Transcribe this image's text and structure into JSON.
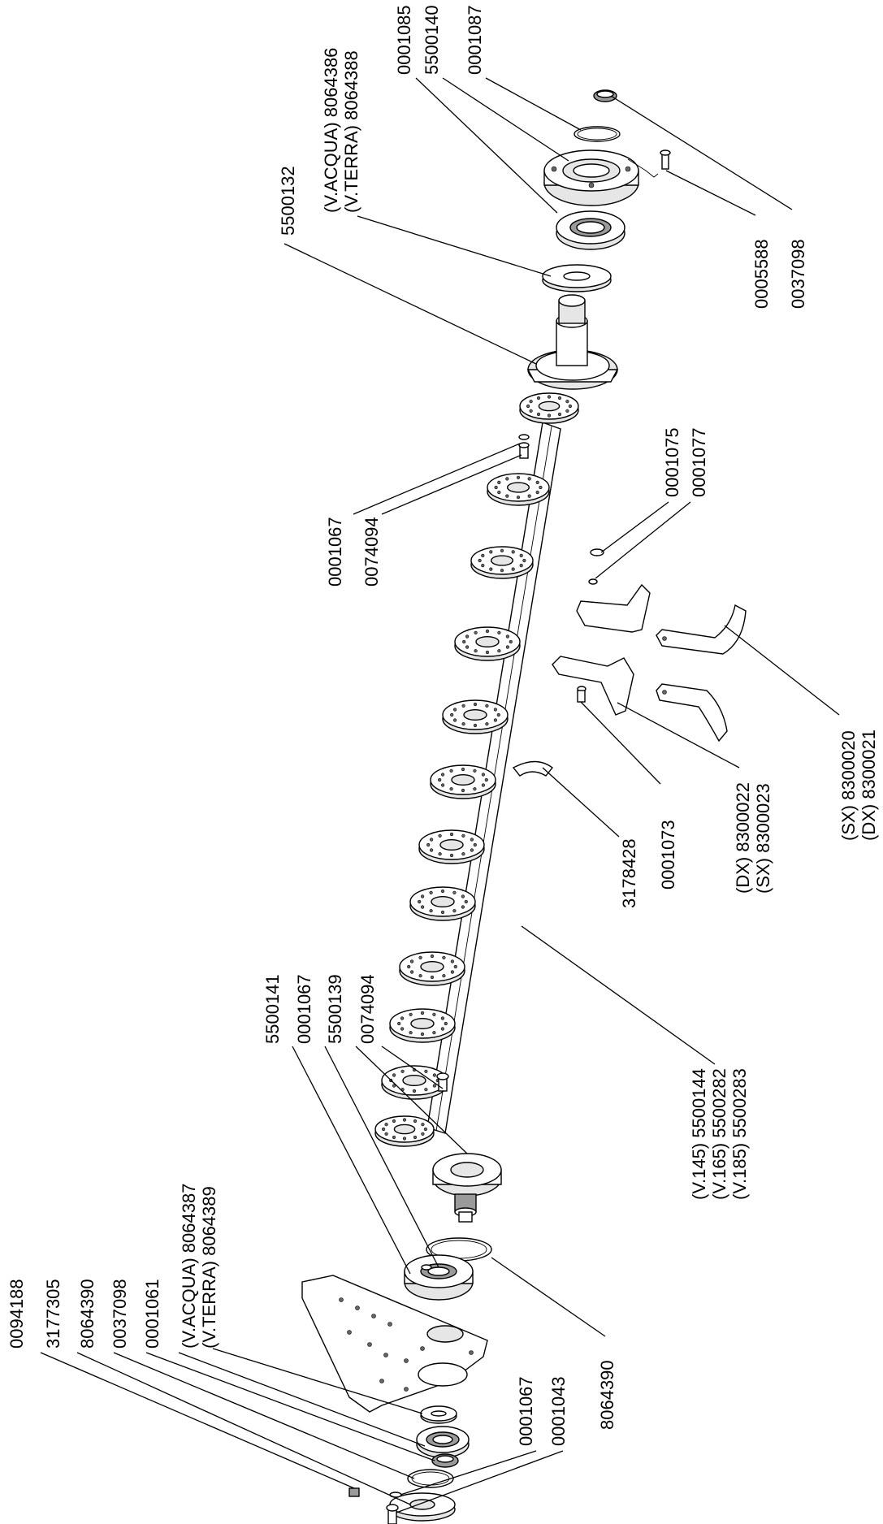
{
  "labels": {
    "top_right": {
      "p0001085": "0001085",
      "p5500140": "5500140",
      "p0001087": "0001087",
      "p0005588": "0005588",
      "p0037098": "0037098",
      "acqua_8064386": "(V.ACQUA) 8064386",
      "terra_8064388": "(V.TERRA) 8064388",
      "p5500132": "5500132"
    },
    "middle": {
      "p0001067": "0001067",
      "p0074094": "0074094",
      "p0001075": "0001075",
      "p0001077": "0001077",
      "sx_8300020": "(SX) 8300020",
      "dx_8300021": "(DX) 8300021",
      "dx_8300022": "(DX) 8300022",
      "sx_8300023": "(SX) 8300023",
      "p3178428": "3178428",
      "p0001073": "0001073",
      "v145_5500144": "(V.145) 5500144",
      "v165_5500282": "(V.165) 5500282",
      "v185_5500283": "(V.185) 5500283"
    },
    "lower_left": {
      "p5500141": "5500141",
      "p0001067": "0001067",
      "p5500139": "5500139",
      "p0074094": "0074094",
      "p0094188": "0094188",
      "p3177305": "3177305",
      "p8064390": "8064390",
      "p0037098": "0037098",
      "p0001061": "0001061",
      "acqua_8064387": "(V.ACQUA) 8064387",
      "terra_8064389": "(V.TERRA) 8064389",
      "p8064390_b": "8064390",
      "p0001067_b": "0001067",
      "p0001043": "0001043"
    }
  },
  "colors": {
    "line": "#000000",
    "fill_light": "#e6e6e6",
    "fill_dark": "#9a9a9a",
    "background": "#ffffff"
  }
}
